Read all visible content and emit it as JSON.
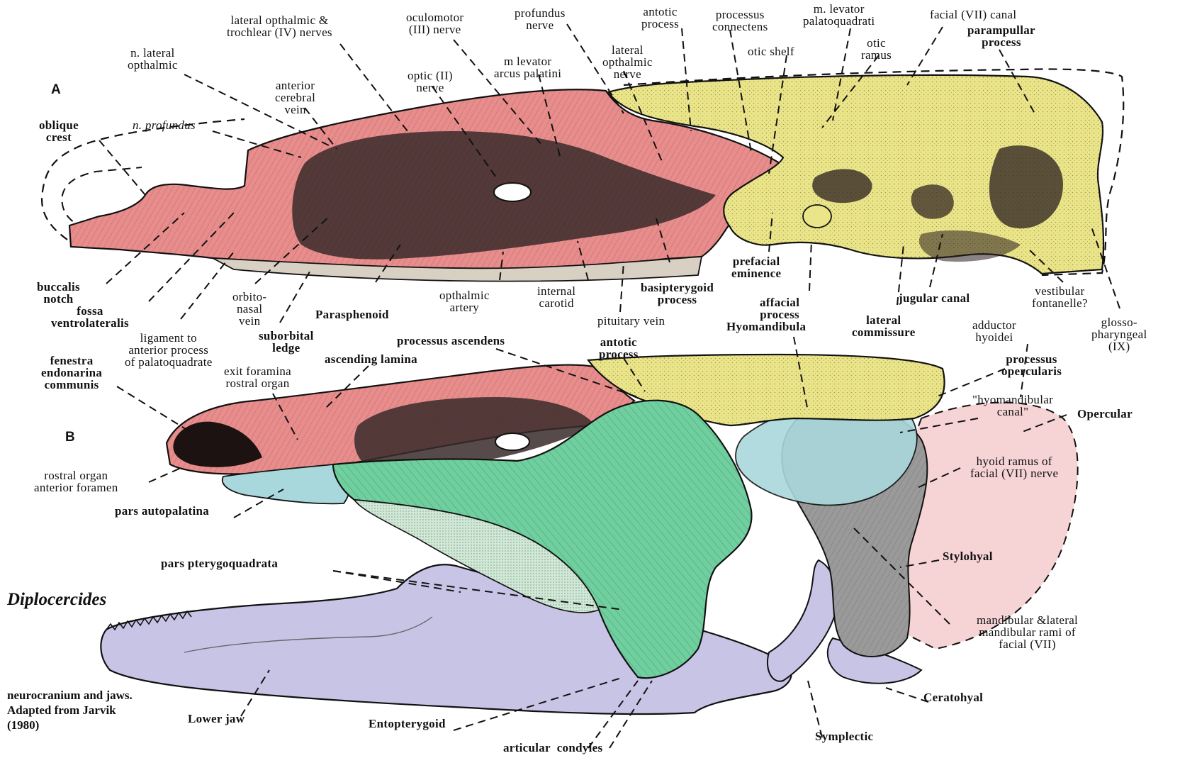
{
  "figure": {
    "genus": "Diplocercides",
    "credit": "neurocranium and jaws.\nAdapted from Jarvik\n(1980)",
    "panel_a": "A",
    "panel_b": "B"
  },
  "colors": {
    "ethmosphenoid": "#e88c8c",
    "otoccipital": "#ebe58a",
    "palatoquadrate": "#6fcf9f",
    "hyoid": "#a9d8dc",
    "lower_jaw": "#c8c4e6",
    "opercular": "#f6d4d6",
    "dark": "#2a1d1d",
    "line": "#111111"
  },
  "labels_a": [
    {
      "text": "lateral opthalmic &\ntrochlear (IV) nerves",
      "style": ""
    },
    {
      "text": "oculomotor\n(III) nerve",
      "style": ""
    },
    {
      "text": "profundus\nnerve",
      "style": ""
    },
    {
      "text": "antotic\nprocess",
      "style": ""
    },
    {
      "text": "processus\nconnectens",
      "style": ""
    },
    {
      "text": "m. levator\npalatoquadrati",
      "style": ""
    },
    {
      "text": "facial (VII) canal",
      "style": ""
    },
    {
      "text": "parampullar\nprocess",
      "style": "bold"
    },
    {
      "text": "otic\nramus",
      "style": ""
    },
    {
      "text": "otic shelf",
      "style": ""
    },
    {
      "text": "n. lateral\nopthalmic",
      "style": ""
    },
    {
      "text": "m levator\narcus palatini",
      "style": ""
    },
    {
      "text": "lateral\nopthalmic\nnerve",
      "style": ""
    },
    {
      "text": "optic (II)\nnerve",
      "style": ""
    },
    {
      "text": "anterior\ncerebral\nvein",
      "style": ""
    },
    {
      "text": "oblique\ncrest",
      "style": "bold"
    },
    {
      "text": "n. profundus",
      "style": "ital"
    },
    {
      "text": "prefacial\neminence",
      "style": "bold"
    },
    {
      "text": "buccalis\nnotch",
      "style": "bold"
    },
    {
      "text": "fossa\nventrolateralis",
      "style": "bold"
    },
    {
      "text": "orbito-\nnasal\nvein",
      "style": ""
    },
    {
      "text": "Parasphenoid",
      "style": "bold"
    },
    {
      "text": "opthalmic\nartery",
      "style": ""
    },
    {
      "text": "internal\ncarotid",
      "style": ""
    },
    {
      "text": "basipterygoid\nprocess",
      "style": "bold"
    },
    {
      "text": "affacial\nprocess",
      "style": "bold"
    },
    {
      "text": "jugular canal",
      "style": "bold"
    },
    {
      "text": "vestibular\nfontanelle?",
      "style": ""
    },
    {
      "text": "ligament to\nanterior process\nof palatoquadrate",
      "style": ""
    },
    {
      "text": "suborbital\nledge",
      "style": "bold"
    },
    {
      "text": "pituitary vein",
      "style": ""
    },
    {
      "text": "lateral\ncommissure",
      "style": "bold"
    },
    {
      "text": "glosso-\npharyngeal\n(IX)",
      "style": ""
    }
  ],
  "labels_b": [
    {
      "text": "Hyomandibula",
      "style": "bold"
    },
    {
      "text": "adductor\nhyoidei",
      "style": ""
    },
    {
      "text": "processus ascendens",
      "style": "bold"
    },
    {
      "text": "antotic\nprocess",
      "style": "bold"
    },
    {
      "text": "ascending lamina",
      "style": "bold"
    },
    {
      "text": "fenestra\nendonarina\ncommunis",
      "style": "bold"
    },
    {
      "text": "exit foramina\nrostral organ",
      "style": ""
    },
    {
      "text": "processus\nopercularis",
      "style": "bold"
    },
    {
      "text": "\"hyomandibular\ncanal\"",
      "style": ""
    },
    {
      "text": "Opercular",
      "style": "bold"
    },
    {
      "text": "hyoid ramus of\nfacial (VII) nerve",
      "style": ""
    },
    {
      "text": "rostral organ\nanterior foramen",
      "style": ""
    },
    {
      "text": "pars autopalatina",
      "style": "bold"
    },
    {
      "text": "pars pterygoquadrata",
      "style": "bold"
    },
    {
      "text": "Stylohyal",
      "style": "bold"
    },
    {
      "text": "mandibular &lateral\nmandibular rami of\nfacial (VII)",
      "style": ""
    },
    {
      "text": "Ceratohyal",
      "style": "bold"
    },
    {
      "text": "Lower jaw",
      "style": "bold"
    },
    {
      "text": "Entopterygoid",
      "style": "bold"
    },
    {
      "text": "Symplectic",
      "style": "bold"
    },
    {
      "text": "articular  condyles",
      "style": "bold"
    }
  ]
}
